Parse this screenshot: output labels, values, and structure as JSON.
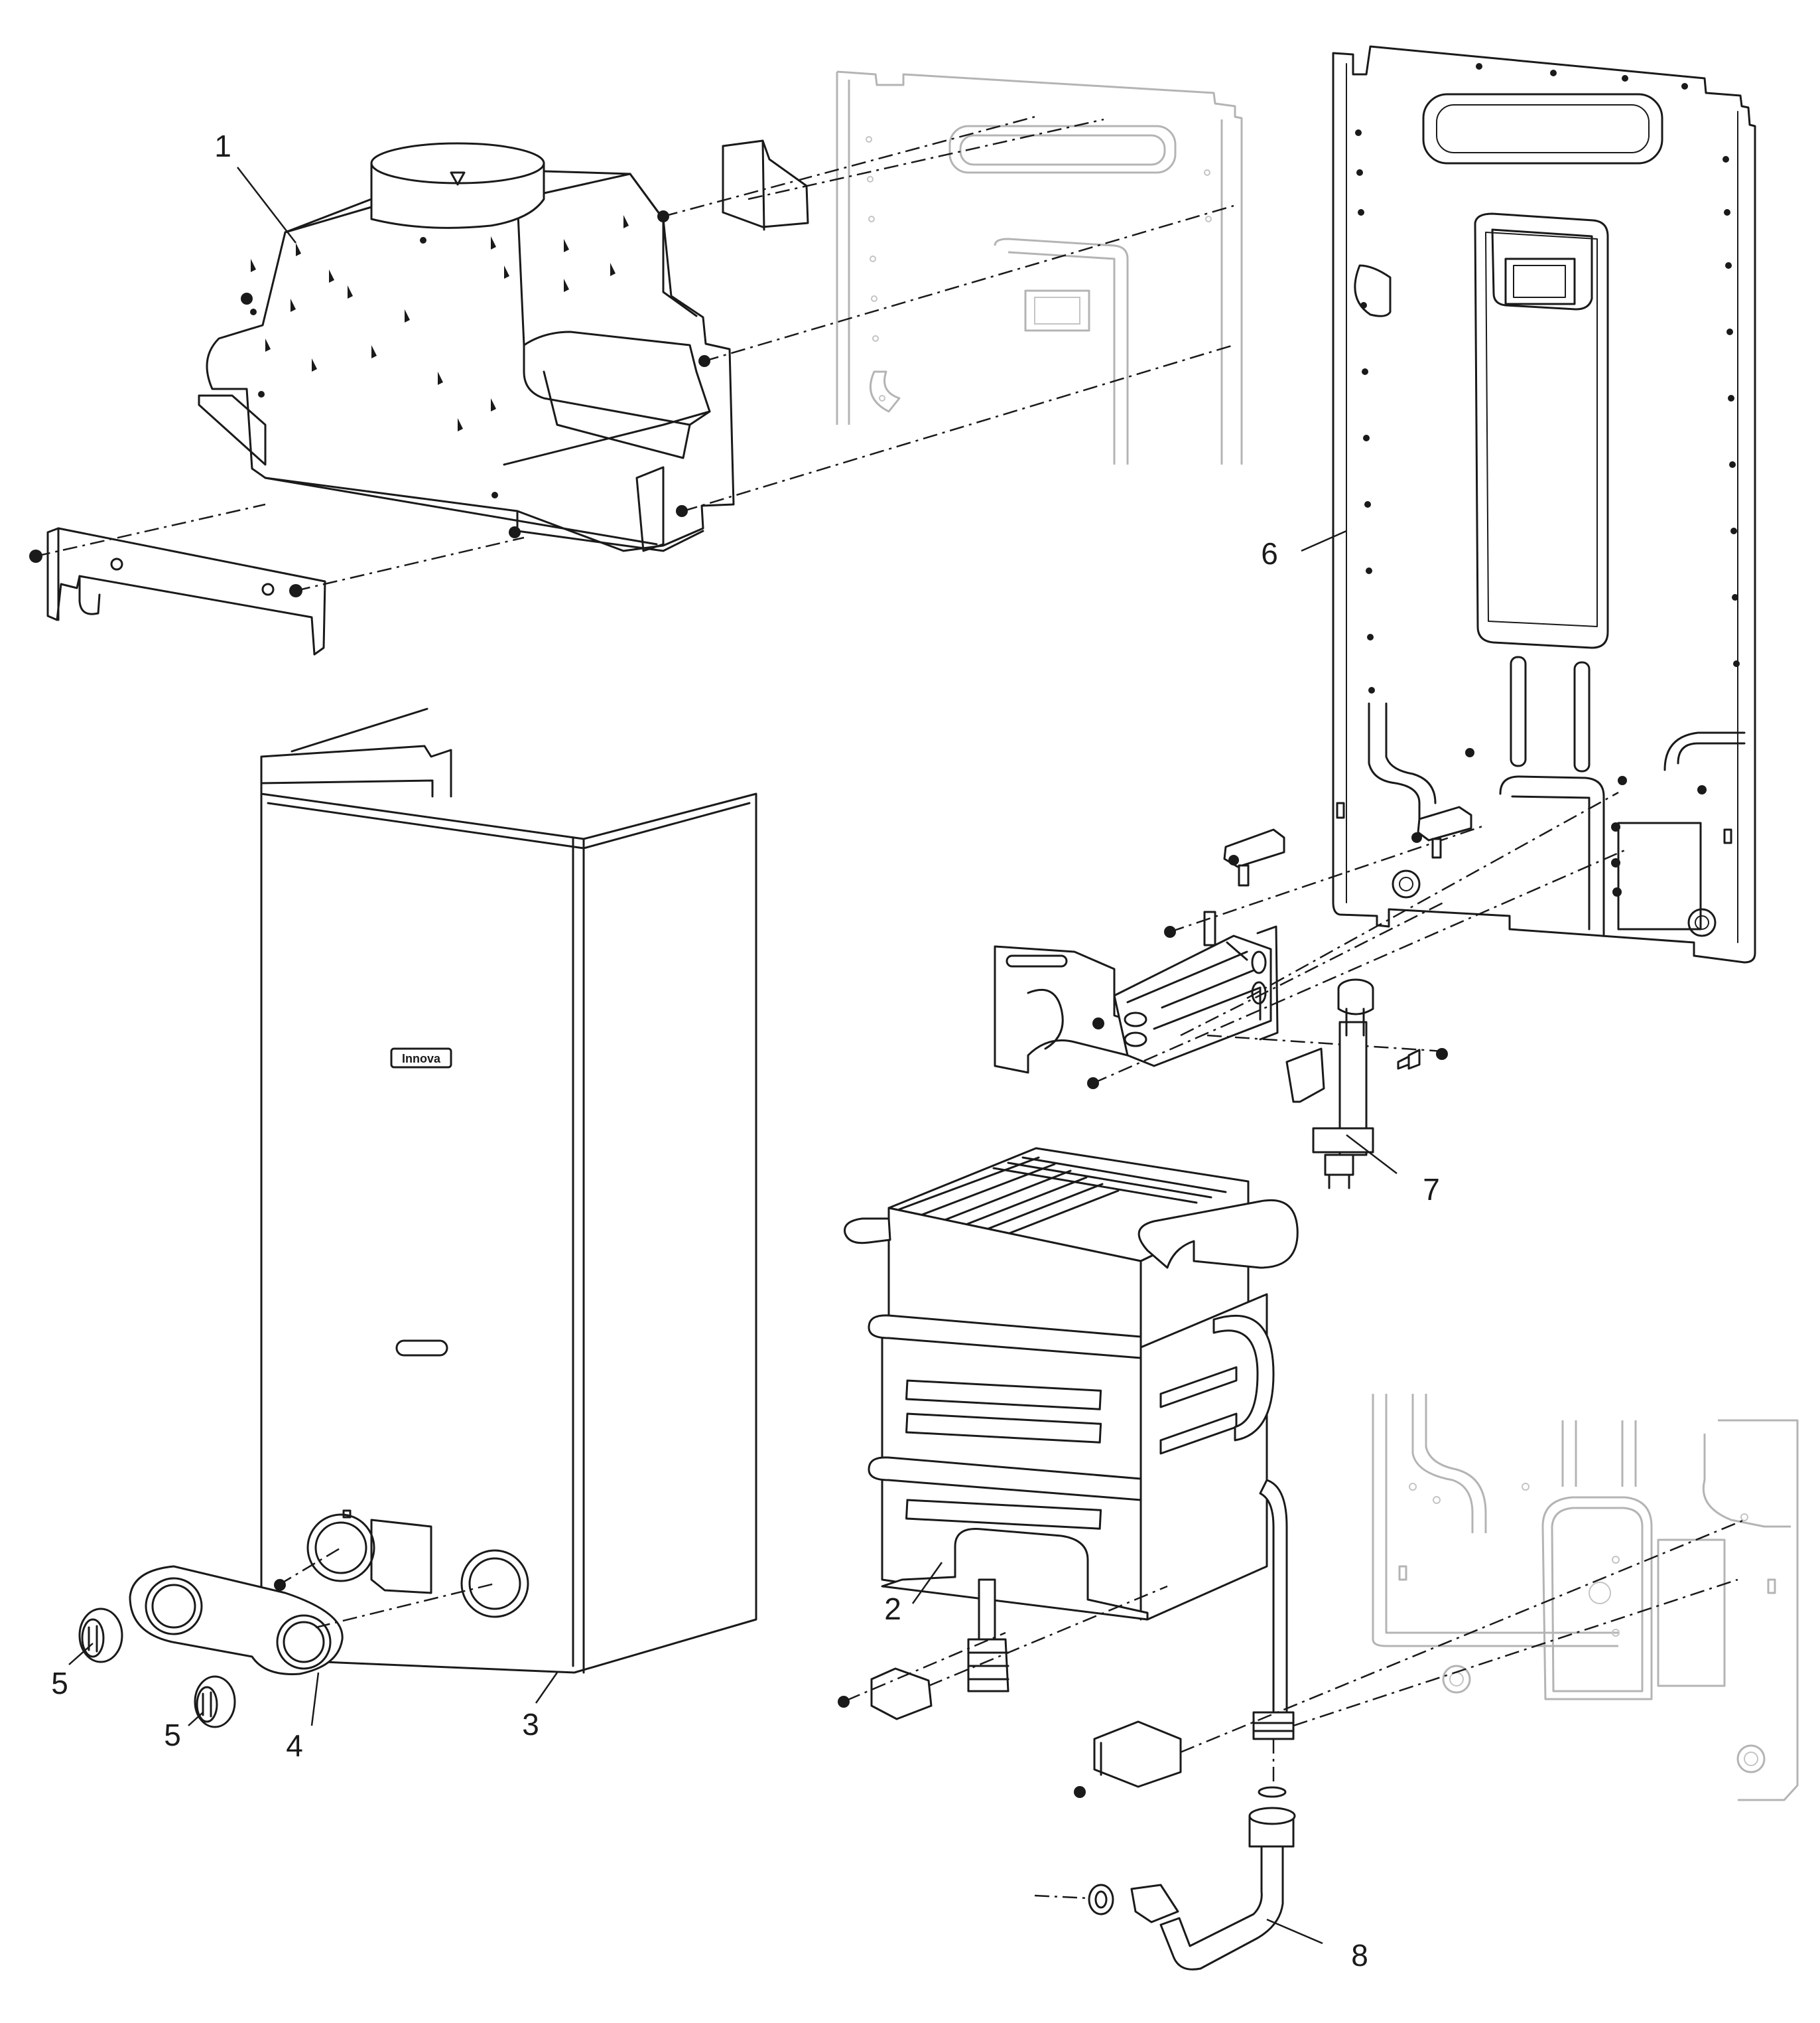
{
  "callouts": [
    {
      "id": "1",
      "label": "1"
    },
    {
      "id": "2",
      "label": "2"
    },
    {
      "id": "3",
      "label": "3"
    },
    {
      "id": "4",
      "label": "4"
    },
    {
      "id": "5a",
      "label": "5"
    },
    {
      "id": "5b",
      "label": "5"
    },
    {
      "id": "6",
      "label": "6"
    },
    {
      "id": "7",
      "label": "7"
    },
    {
      "id": "8",
      "label": "8"
    }
  ],
  "casing_logo": "Innova"
}
